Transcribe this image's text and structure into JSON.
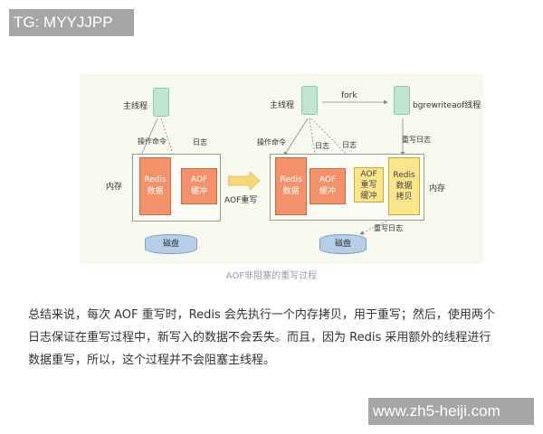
{
  "watermarks": {
    "top": "TG: MYYJJPP",
    "bottom": "www.zh5-heiji.com"
  },
  "figure": {
    "caption": "AOF非阻塞的重写过程",
    "left": {
      "main_thread": "主线程",
      "op_cmd": "操作命令",
      "log": "日志",
      "memory": "内存",
      "redis_data_1": "Redis",
      "redis_data_2": "数据",
      "aof_buf_1": "AOF",
      "aof_buf_2": "缓冲",
      "disk": "磁盘"
    },
    "transition": "AOF重写",
    "right": {
      "main_thread": "主线程",
      "fork": "fork",
      "bg_thread": "bgrewriteaof线程",
      "op_cmd": "操作命令",
      "log1": "日志",
      "log2": "日志",
      "rewrite_log_top": "重写日志",
      "memory": "内存",
      "redis_data_1": "Redis",
      "redis_data_2": "数据",
      "aof_buf_1": "AOF",
      "aof_buf_2": "缓冲",
      "aof_rw_buf_1": "AOF",
      "aof_rw_buf_2": "重写",
      "aof_rw_buf_3": "缓冲",
      "copy_1": "Redis",
      "copy_2": "数据",
      "copy_3": "拷贝",
      "rewrite_log_bottom": "重写日志",
      "disk": "磁盘"
    },
    "colors": {
      "background": "#f8f9ee",
      "thread": "#bfe6cf",
      "orange_box": "#f3926a",
      "yellow_box": "#fbe58a",
      "disk": "#b5cfe8",
      "arrow": "#f6d77a"
    }
  },
  "paragraph": {
    "line1": "总结来说，每次 AOF 重写时，Redis 会先执行一个内存拷贝，用于重写；然后，使用两个",
    "line2": "日志保证在重写过程中，新写入的数据不会丢失。而且，因为 Redis 采用额外的线程进行",
    "line3": "数据重写，所以，这个过程并不会阻塞主线程。"
  }
}
